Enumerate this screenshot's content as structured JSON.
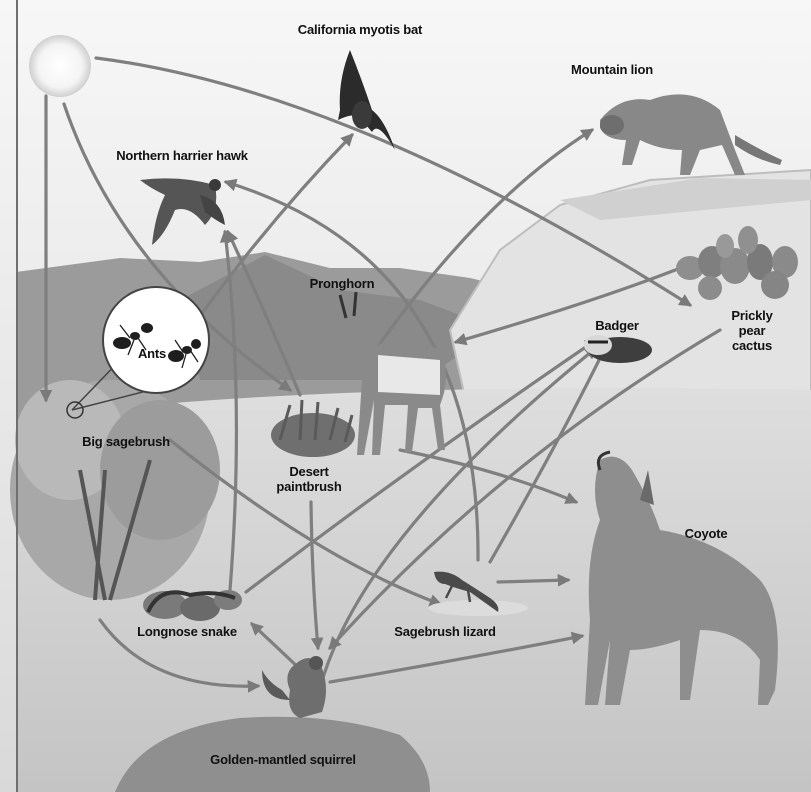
{
  "organisms": {
    "bat": "California myotis bat",
    "mountain_lion": "Mountain lion",
    "hawk": "Northern harrier hawk",
    "pronghorn": "Pronghorn",
    "badger": "Badger",
    "cactus_line1": "Prickly pear",
    "cactus_line2": "cactus",
    "ants": "Ants",
    "sagebrush": "Big sagebrush",
    "paintbrush_line1": "Desert",
    "paintbrush_line2": "paintbrush",
    "coyote": "Coyote",
    "snake": "Longnose snake",
    "lizard": "Sagebrush lizard",
    "squirrel": "Golden-mantled squirrel"
  }
}
